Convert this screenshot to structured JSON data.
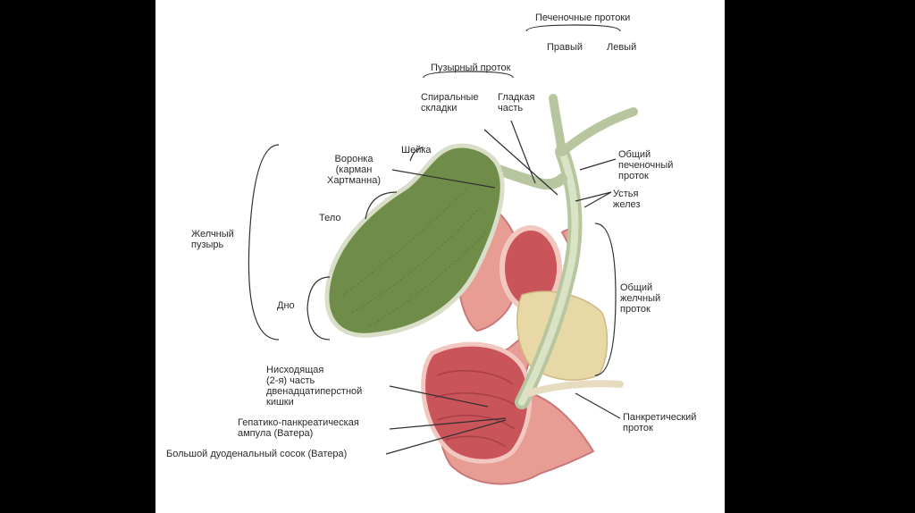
{
  "colors": {
    "background": "#000000",
    "slide": "#ffffff",
    "gallbladder": "#6f8c48",
    "duodenum_wall": "#e79d94",
    "duodenum_inner": "#c9545a",
    "duct": "#c7d3b4",
    "pancreas": "#e7d8a6",
    "line": "#303030"
  },
  "labels": {
    "hepatic_ducts": "Печеночные протоки",
    "right": "Правый",
    "left": "Левый",
    "cystic_duct": "Пузырный проток",
    "spiral_folds": "Спиральные\nскладки",
    "smooth_part": "Гладкая\nчасть",
    "neck": "Шейка",
    "infundibulum": "Воронка\n(карман\nХартманна)",
    "common_hepatic_duct": "Общий\nпеченочный\nпроток",
    "gland_orifices": "Устья\nжелез",
    "gallbladder": "Желчный\nпузырь",
    "body": "Тело",
    "fundus": "Дно",
    "common_bile_duct": "Общий\nжелчный\nпроток",
    "duodenum_descending": "Нисходящая\n(2-я) часть\nдвенадцатиперстной\nкишки",
    "hepatopancreatic_ampulla": "Гепатико-панкреатическая\nампула (Ватера)",
    "pancreatic_duct": "Панкретический\nпроток",
    "major_papilla": "Большой дуоденальный сосок (Ватера)"
  }
}
